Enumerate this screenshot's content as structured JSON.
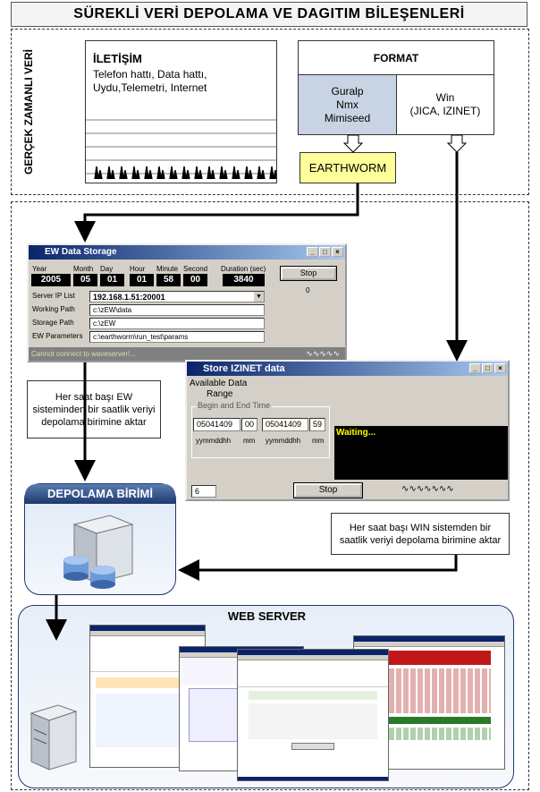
{
  "title": "SÜREKLİ VERİ DEPOLAMA VE DAGITIM BİLEŞENLERİ",
  "realtime_label": "GERÇEK ZAMANLI VERİ",
  "communication": {
    "title": "İLETİŞİM",
    "text": "Telefon hattı, Data hattı, Uydu,Telemetri, Internet"
  },
  "format": {
    "title": "FORMAT",
    "left_lines": [
      "Guralp",
      "Nmx",
      "Mimiseed"
    ],
    "right_lines": [
      "Win",
      "(JICA, IZINET)"
    ]
  },
  "earthworm": "EARTHWORM",
  "ew_window": {
    "title": "EW Data Storage",
    "fields": [
      {
        "label": "Year",
        "value": "2005"
      },
      {
        "label": "Month",
        "value": "05"
      },
      {
        "label": "Day",
        "value": "01"
      },
      {
        "label": "Hour",
        "value": "01"
      },
      {
        "label": "Minute",
        "value": "58"
      },
      {
        "label": "Second",
        "value": "00"
      },
      {
        "label": "Duration (sec)",
        "value": "3840"
      }
    ],
    "stop_label": "Stop",
    "counter": "0",
    "server_ip_label": "Server IP List",
    "server_ip": "192.168.1.51:20001",
    "working_path_label": "Working Path",
    "working_path": "c:\\zEW\\data",
    "storage_path_label": "Storage Path",
    "storage_path": "c:\\zEW",
    "ew_params_label": "EW Parameters",
    "ew_params": "c:\\earthworm\\run_test\\params",
    "status": "Cannot connect to waveserver!..."
  },
  "note_ew": "Her saat başı EW sisteminden bir saatlik veriyi depolama birimine aktar",
  "izinet_window": {
    "title": "Store IZINET data",
    "available_label": "Available Data",
    "range_label": "Range",
    "group_label": "Begin and End Time",
    "begin": "05041409",
    "begin_mm": "00",
    "end": "05041409",
    "end_mm": "59",
    "format_label": "yymmddhh",
    "mm_label": "mm",
    "console": "Waiting...",
    "counter": "6",
    "stop_label": "Stop"
  },
  "storage": {
    "title": "DEPOLAMA BİRİMİ"
  },
  "note_win": "Her saat başı WIN sistemden bir saatlik veriyi depolama birimine aktar",
  "web_server": {
    "title": "WEB SERVER"
  }
}
